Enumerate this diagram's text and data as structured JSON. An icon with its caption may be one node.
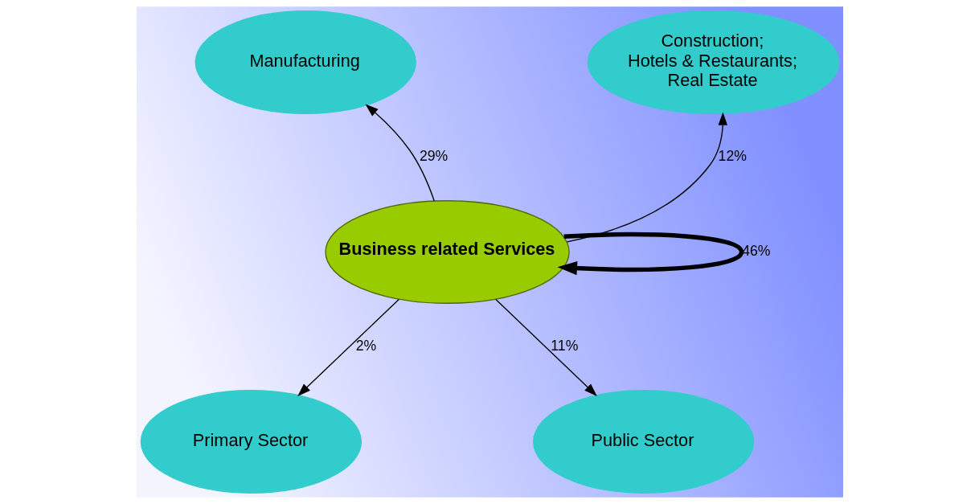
{
  "diagram": {
    "nodes": [
      {
        "text": [
          "Manufacturing"
        ]
      },
      {
        "text": [
          "Construction; Hotels & Restaurants; Real Estate"
        ]
      },
      {
        "text": [
          "Business related Services"
        ]
      },
      {
        "text": [
          "Primary Sector"
        ]
      },
      {
        "text": [
          "Public Sector"
        ]
      }
    ],
    "edges": [
      {
        "from": 2,
        "to": 0,
        "arrow": "to",
        "label": "29%"
      },
      {
        "from": 2,
        "to": 1,
        "arrow": "to",
        "label": "12%"
      },
      {
        "from": 2,
        "to": 2,
        "arrow": "to",
        "label": "46%",
        "style": "thick"
      },
      {
        "from": 2,
        "to": 3,
        "arrow": "to",
        "label": "2%"
      },
      {
        "from": 2,
        "to": 4,
        "arrow": "to",
        "label": "11%"
      }
    ]
  }
}
